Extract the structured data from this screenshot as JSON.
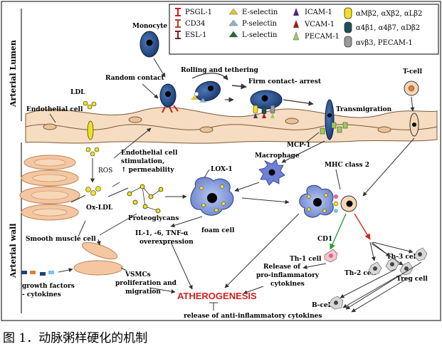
{
  "side_labels": {
    "lumen": "Arterial Lumen",
    "wall": "Arterial wall"
  },
  "legend": {
    "items": [
      {
        "label": "PSGL-1",
        "color": "#d01c1c"
      },
      {
        "label": "CD34",
        "color": "#c0392b"
      },
      {
        "label": "ESL-1",
        "color": "#7a2020"
      },
      {
        "label": "E-selectin",
        "color": "#e6c229"
      },
      {
        "label": "P-selectin",
        "color": "#8fb3c9"
      },
      {
        "label": "L-selectin",
        "color": "#1f6b2e"
      },
      {
        "label": "ICAM-1",
        "color": "#4a2a7a"
      },
      {
        "label": "VCAM-1",
        "color": "#9b1c1c"
      },
      {
        "label": "PECAM-1",
        "color": "#9acd5a"
      },
      {
        "label": "αMβ2, αXβ2, αLβ2",
        "color": "#f2e11a"
      },
      {
        "label": "α4β1, α4β7, αDβ2",
        "color": "#1f4e5a"
      },
      {
        "label": "αvβ3, PECAM-1",
        "color": "#9a9a9a"
      }
    ]
  },
  "labels": {
    "monocyte": "Monocyte",
    "random_contact": "Random contact",
    "rolling": "Rolling and tethering",
    "firm_contact": "Firm contact- arrest",
    "transmigration": "Transmigration",
    "t_cell": "T-cell",
    "ldl": "LDL",
    "endothelial_cell": "Endothelial cell",
    "mcp1": "MCP-1",
    "macrophage": "Macrophage",
    "endo_stim_1": "Endothelial cell",
    "endo_stim_2": "stimulation,",
    "endo_stim_3": "↑ permeability",
    "ros": "ROS",
    "lox1": "LOX-1",
    "mhc": "MHC class 2",
    "oxldl": "Ox-LDL",
    "proteoglycans": "Proteoglycans",
    "foam_cell": "foam cell",
    "smooth_muscle": "Smooth muscle cell",
    "il1": "IL-1, -6, TNF-α",
    "il2": "overexpression",
    "cd1": "CD1",
    "th1": "Th-1 cell",
    "th2": "Th-2 cell",
    "th3": "Th-3 cell",
    "treg": "Treg cell",
    "release_pro_1": "Release of",
    "release_pro_2": "pro-inflammatory",
    "release_pro_3": "cytokines",
    "vsmc_1": "VSMCs",
    "vsmc_2": "proliferation and",
    "vsmc_3": "migration",
    "growth_1": "growth factors",
    "growth_2": "- cytokines",
    "atherogenesis": "ATHEROGENESIS",
    "bcell": "B-cell",
    "release_anti": "release of anti-inflammatory cytokines"
  },
  "caption": "图 1．动脉粥样硬化的机制"
}
